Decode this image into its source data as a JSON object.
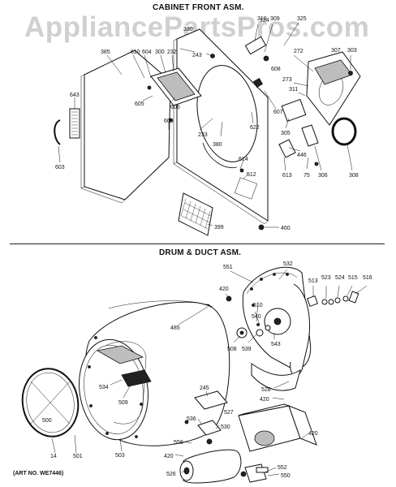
{
  "watermark": "AppliancePartsPros.com",
  "sections": {
    "cabinet_front_title": "CABINET FRONT ASM.",
    "drum_duct_title": "DRUM & DUCT ASM."
  },
  "art_number": "(ART NO. WE7446)",
  "cabinet_front_parts": [
    "124",
    "310",
    "309",
    "325",
    "385",
    "610",
    "604",
    "300",
    "232",
    "243",
    "307",
    "303",
    "272",
    "608",
    "273",
    "311",
    "643",
    "605",
    "606",
    "609",
    "233",
    "380",
    "622",
    "607",
    "305",
    "446",
    "603",
    "614",
    "512",
    "613",
    "75",
    "306",
    "308",
    "399",
    "460",
    "330"
  ],
  "drum_duct_parts": [
    "551",
    "532",
    "420",
    "510",
    "513",
    "523",
    "524",
    "515",
    "516",
    "485",
    "540",
    "508",
    "539",
    "543",
    "534",
    "509",
    "528",
    "420",
    "245",
    "500",
    "536",
    "530",
    "527",
    "420",
    "14",
    "501",
    "503",
    "420",
    "558",
    "526",
    "552",
    "550"
  ]
}
